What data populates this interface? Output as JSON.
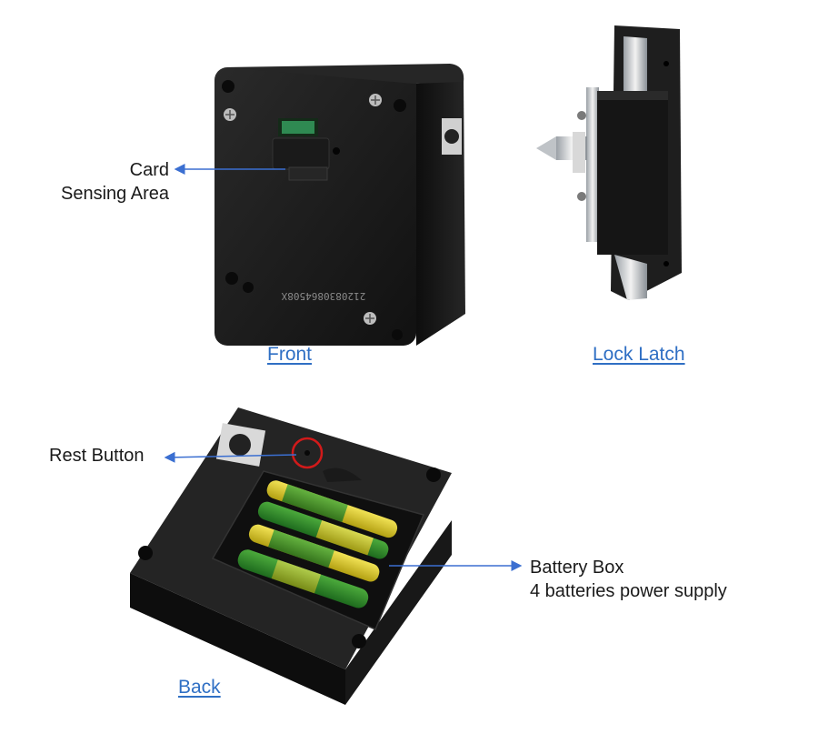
{
  "labels": {
    "card_line1": "Card",
    "card_line2": "Sensing Area",
    "rest_button": "Rest Button",
    "battery_line1": "Battery Box",
    "battery_line2": "4 batteries power supply"
  },
  "captions": {
    "front": "Front",
    "lock_latch": "Lock Latch",
    "back": "Back"
  },
  "device_markings": {
    "serial": "2120830864508X"
  },
  "colors": {
    "arrow": "#3b6fd1",
    "caption": "#2f6fc4",
    "reset_ring": "#d11a1a",
    "battery_green": "#2e8b2e",
    "battery_gold": "#d8c21a",
    "body": "#1c1c1c"
  }
}
